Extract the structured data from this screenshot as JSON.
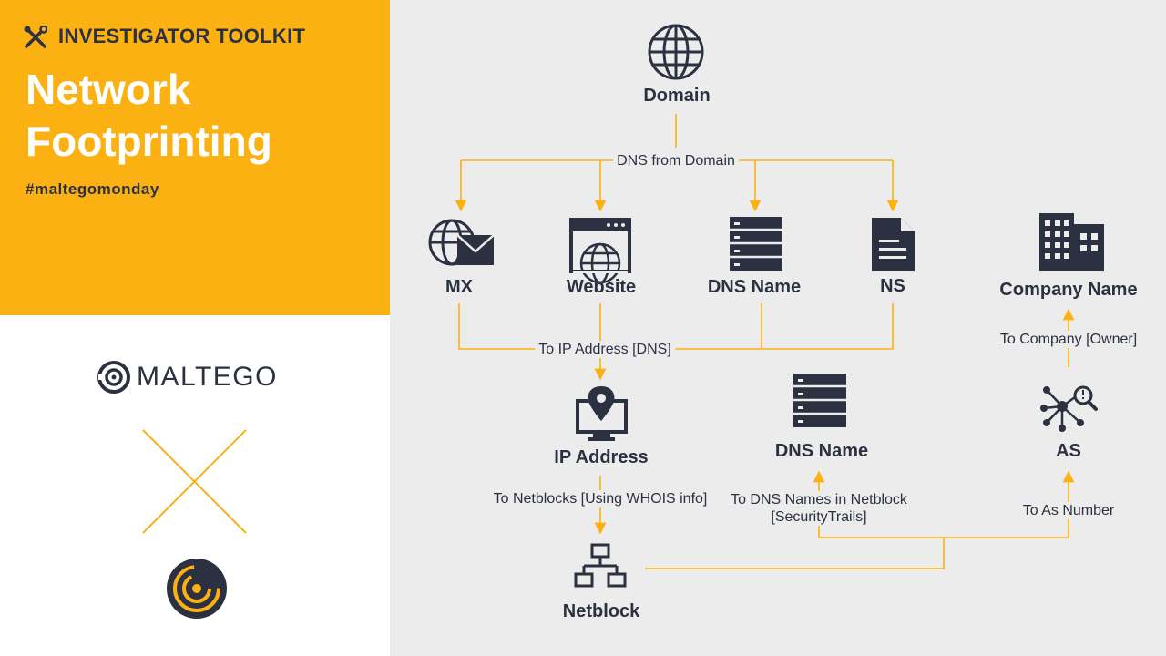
{
  "sidebar": {
    "toolkit_label": "INVESTIGATOR TOOLKIT",
    "title_line1": "Network",
    "title_line2": "Footprinting",
    "hashtag": "#maltegomonday",
    "brand_name": "MALTEGO",
    "accent_color": "#fcb112",
    "dark_color": "#2b3140"
  },
  "nodes": {
    "domain": {
      "label": "Domain",
      "icon": "globe-icon"
    },
    "mx": {
      "label": "MX",
      "icon": "mail-globe-icon"
    },
    "website": {
      "label": "Website",
      "icon": "browser-globe-icon"
    },
    "dns_name_top": {
      "label": "DNS Name",
      "icon": "server-icon"
    },
    "ns": {
      "label": "NS",
      "icon": "document-icon"
    },
    "company": {
      "label": "Company Name",
      "icon": "building-icon"
    },
    "ip": {
      "label": "IP Address",
      "icon": "monitor-location-icon"
    },
    "dns_name_mid": {
      "label": "DNS Name",
      "icon": "server-icon"
    },
    "as": {
      "label": "AS",
      "icon": "network-search-icon"
    },
    "netblock": {
      "label": "Netblock",
      "icon": "network-tree-icon"
    }
  },
  "edges": {
    "dns_from_domain": "DNS from Domain",
    "to_ip": "To IP Address [DNS]",
    "to_company": "To Company [Owner]",
    "to_netblocks": "To Netblocks [Using WHOIS info]",
    "to_dns_names_line1": "To DNS Names in Netblock",
    "to_dns_names_line2": "[SecurityTrails]",
    "to_as": "To As Number"
  }
}
